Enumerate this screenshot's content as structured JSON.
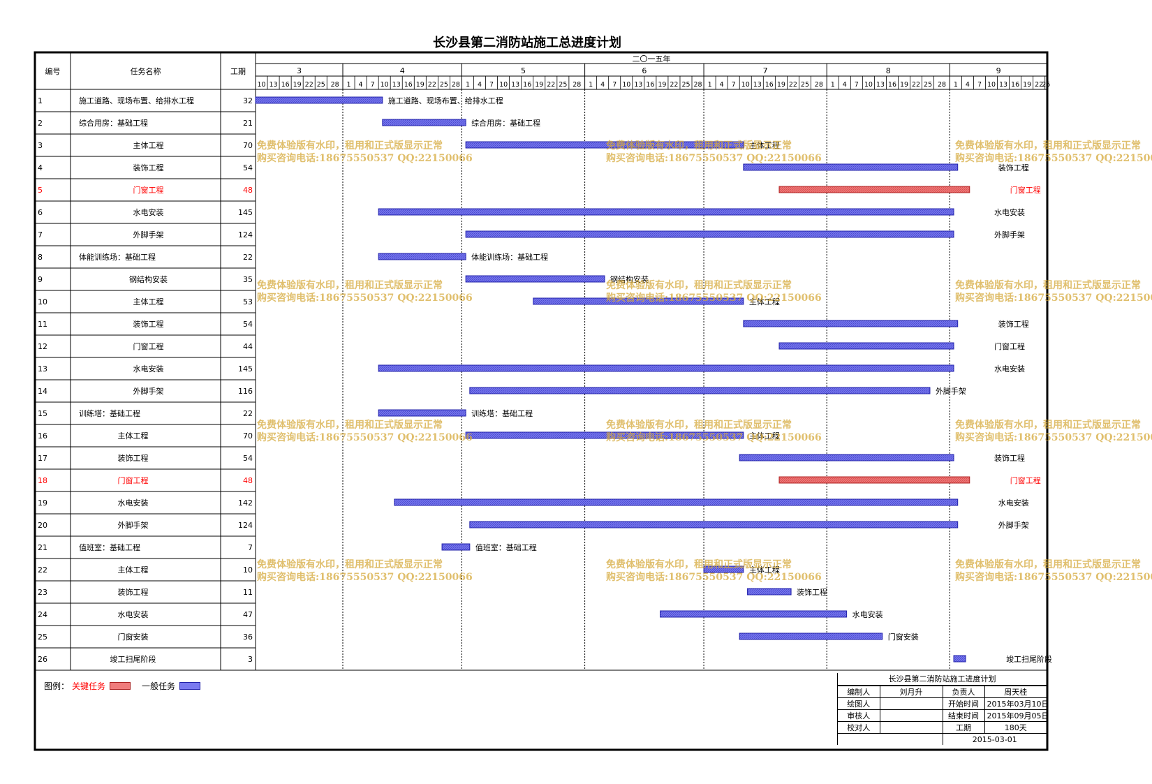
{
  "title": "长沙县第二消防站施工总进度计划",
  "headers": {
    "id": "编号",
    "name": "任务名称",
    "duration": "工期",
    "year": "二〇一五年"
  },
  "colors": {
    "general": "#7a7af0",
    "critical": "#f07c7c",
    "critical_text": "#ff0000",
    "border": "#000000"
  },
  "months": [
    {
      "label": "3",
      "days": [
        "10",
        "13",
        "16",
        "19",
        "22",
        "25",
        "28"
      ]
    },
    {
      "label": "4",
      "days": [
        "1",
        "4",
        "7",
        "10",
        "13",
        "16",
        "19",
        "22",
        "25",
        "28"
      ]
    },
    {
      "label": "5",
      "days": [
        "1",
        "4",
        "7",
        "10",
        "13",
        "16",
        "19",
        "22",
        "25",
        "28"
      ]
    },
    {
      "label": "6",
      "days": [
        "1",
        "4",
        "7",
        "10",
        "13",
        "16",
        "19",
        "22",
        "25",
        "28"
      ]
    },
    {
      "label": "7",
      "days": [
        "1",
        "4",
        "7",
        "10",
        "13",
        "16",
        "19",
        "22",
        "25",
        "28"
      ]
    },
    {
      "label": "8",
      "days": [
        "1",
        "4",
        "7",
        "10",
        "13",
        "16",
        "19",
        "22",
        "25",
        "28"
      ]
    },
    {
      "label": "9",
      "days": [
        "1",
        "4",
        "7",
        "10",
        "13",
        "16",
        "19",
        "22",
        "25"
      ]
    }
  ],
  "chart_data": {
    "type": "gantt",
    "title": "长沙县第二消防站施工总进度计划",
    "x_unit": "date (2015)",
    "xlim": [
      "2015-03-10",
      "2015-09-27"
    ],
    "tasks": [
      {
        "id": "1",
        "name": "施工道路、现场布置、给排水工程",
        "align": "left",
        "duration": "32",
        "start": "2015-03-10",
        "end": "2015-04-11",
        "critical": false
      },
      {
        "id": "2",
        "name": "综合用房：基础工程",
        "align": "left",
        "duration": "21",
        "start": "2015-04-11",
        "end": "2015-05-02",
        "critical": false
      },
      {
        "id": "3",
        "name": "主体工程",
        "align": "center",
        "duration": "70",
        "start": "2015-05-02",
        "end": "2015-07-11",
        "critical": false
      },
      {
        "id": "4",
        "name": "装饰工程",
        "align": "center",
        "duration": "54",
        "start": "2015-07-11",
        "end": "2015-09-03",
        "critical": false
      },
      {
        "id": "5",
        "name": "门窗工程",
        "align": "center",
        "duration": "48",
        "start": "2015-07-20",
        "end": "2015-09-06",
        "critical": true
      },
      {
        "id": "6",
        "name": "水电安装",
        "align": "center",
        "duration": "145",
        "start": "2015-04-10",
        "end": "2015-09-02",
        "critical": false
      },
      {
        "id": "7",
        "name": "外脚手架",
        "align": "center",
        "duration": "124",
        "start": "2015-05-02",
        "end": "2015-09-02",
        "critical": false
      },
      {
        "id": "8",
        "name": "体能训练场：基础工程",
        "align": "left",
        "duration": "22",
        "start": "2015-04-10",
        "end": "2015-05-02",
        "critical": false
      },
      {
        "id": "9",
        "name": "钢结构安装",
        "align": "center",
        "duration": "35",
        "start": "2015-05-02",
        "end": "2015-06-06",
        "critical": false
      },
      {
        "id": "10",
        "name": "主体工程",
        "align": "center",
        "duration": "53",
        "start": "2015-05-19",
        "end": "2015-07-11",
        "critical": false
      },
      {
        "id": "11",
        "name": "装饰工程",
        "align": "center",
        "duration": "54",
        "start": "2015-07-11",
        "end": "2015-09-03",
        "critical": false
      },
      {
        "id": "12",
        "name": "门窗工程",
        "align": "center",
        "duration": "44",
        "start": "2015-07-20",
        "end": "2015-09-02",
        "critical": false
      },
      {
        "id": "13",
        "name": "水电安装",
        "align": "center",
        "duration": "145",
        "start": "2015-04-10",
        "end": "2015-09-02",
        "critical": false
      },
      {
        "id": "14",
        "name": "外脚手架",
        "align": "center",
        "duration": "116",
        "start": "2015-05-03",
        "end": "2015-08-27",
        "critical": false
      },
      {
        "id": "15",
        "name": "训练塔：基础工程",
        "align": "left",
        "duration": "22",
        "start": "2015-04-10",
        "end": "2015-05-02",
        "critical": false
      },
      {
        "id": "16",
        "name": "主体工程",
        "align": "offset",
        "duration": "70",
        "start": "2015-05-02",
        "end": "2015-07-11",
        "critical": false
      },
      {
        "id": "17",
        "name": "装饰工程",
        "align": "offset",
        "duration": "54",
        "start": "2015-07-10",
        "end": "2015-09-02",
        "critical": false
      },
      {
        "id": "18",
        "name": "门窗工程",
        "align": "offset",
        "duration": "48",
        "start": "2015-07-20",
        "end": "2015-09-06",
        "critical": true
      },
      {
        "id": "19",
        "name": "水电安装",
        "align": "offset",
        "duration": "142",
        "start": "2015-04-14",
        "end": "2015-09-03",
        "critical": false
      },
      {
        "id": "20",
        "name": "外脚手架",
        "align": "offset",
        "duration": "124",
        "start": "2015-05-03",
        "end": "2015-09-03",
        "critical": false
      },
      {
        "id": "21",
        "name": "值班室：基础工程",
        "align": "left",
        "duration": "7",
        "start": "2015-04-26",
        "end": "2015-05-03",
        "critical": false
      },
      {
        "id": "22",
        "name": "主体工程",
        "align": "offset",
        "duration": "10",
        "start": "2015-07-01",
        "end": "2015-07-11",
        "critical": false
      },
      {
        "id": "23",
        "name": "装饰工程",
        "align": "offset",
        "duration": "11",
        "start": "2015-07-12",
        "end": "2015-07-23",
        "critical": false
      },
      {
        "id": "24",
        "name": "水电安装",
        "align": "offset",
        "duration": "47",
        "start": "2015-06-20",
        "end": "2015-08-06",
        "critical": false
      },
      {
        "id": "25",
        "name": "门窗安装",
        "align": "offset",
        "duration": "36",
        "start": "2015-07-10",
        "end": "2015-08-15",
        "critical": false
      },
      {
        "id": "26",
        "name": "竣工扫尾阶段",
        "align": "offset",
        "duration": "3",
        "start": "2015-09-02",
        "end": "2015-09-05",
        "critical": false
      }
    ]
  },
  "legend": {
    "label": "图例：",
    "critical": "关键任务",
    "general": "一般任务"
  },
  "info": {
    "title": "长沙县第二消防站施工进度计划",
    "compiler_label": "编制人",
    "compiler": "刘月升",
    "owner_label": "负责人",
    "owner": "周天桂",
    "drawer_label": "绘图人",
    "start_label": "开始时间",
    "start": "2015年03月10日",
    "reviewer_label": "审核人",
    "end_label": "结束时间",
    "end": "2015年09月05日",
    "checker_label": "校对人",
    "period_label": "工期",
    "period": "180天",
    "date": "2015-03-01"
  },
  "watermark": {
    "line1": "免费体验版有水印，租用和正式版显示正常",
    "line2": "购买咨询电话:18675550537 QQ:22150066"
  }
}
